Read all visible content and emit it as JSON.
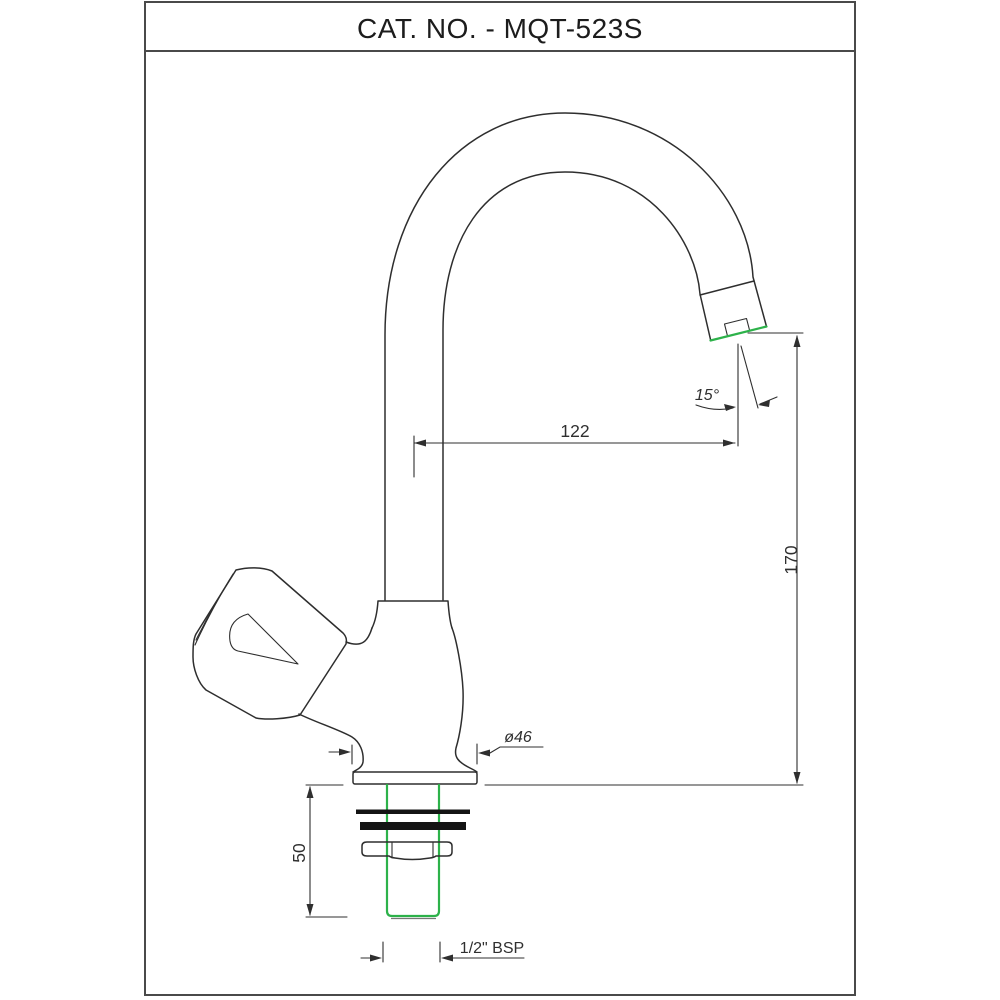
{
  "title": "CAT. NO. - MQT-523S",
  "dimensions": {
    "spout_reach": "122",
    "overall_height": "170",
    "outlet_angle": "15°",
    "flange_diameter": "ø46",
    "shank_length": "50",
    "thread_size": "1/2\" BSP"
  },
  "colors": {
    "line": "#2e2e2e",
    "thread_accent_green": "#2db24a",
    "washer_black": "#141414"
  }
}
